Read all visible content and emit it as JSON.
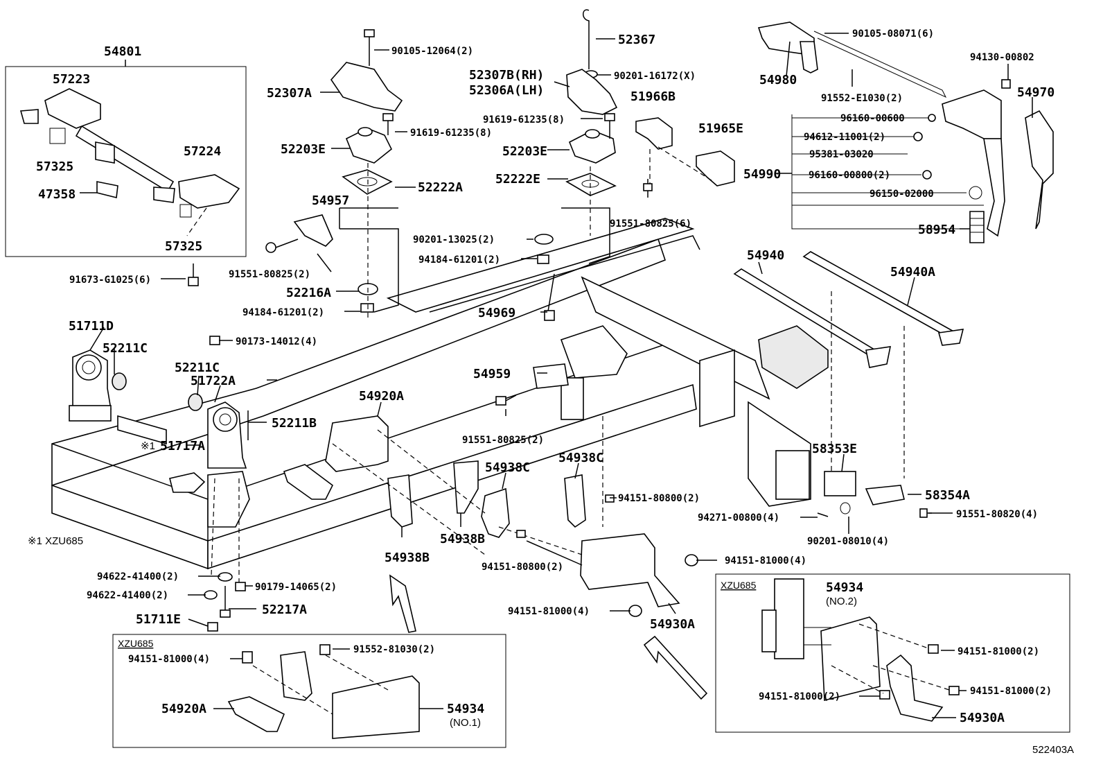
{
  "diagram": {
    "drawing_code": "522403A",
    "note_symbol": "※1",
    "note_text": "※1 XZU685",
    "insets": [
      {
        "title": "XZU685"
      },
      {
        "title": "XZU685"
      }
    ],
    "labels": {
      "p54801": "54801",
      "p57223": "57223",
      "p57325a": "57325",
      "p57224": "57224",
      "p47358": "47358",
      "p57325b": "57325",
      "p91673": "91673-G1025(6)",
      "p90105_12064": "90105-12064(2)",
      "p52307A": "52307A",
      "p52203E_a": "52203E",
      "p91619_a": "91619-61235(8)",
      "p52222A": "52222A",
      "p54957": "54957",
      "p91551_80825_a": "91551-80825(2)",
      "p52216A": "52216A",
      "p94184_a": "94184-61201(2)",
      "p90173": "90173-14012(4)",
      "p52367": "52367",
      "p52307B": "52307B(RH)",
      "p52306A": "52306A(LH)",
      "p90201_16172": "90201-16172(X)",
      "p91619_b": "91619-61235(8)",
      "p52203E_b": "52203E",
      "p52222E": "52222E",
      "p51966B": "51966B",
      "p51965E": "51965E",
      "p91551_80825_b": "91551-80825(6)",
      "p90201_13025": "90201-13025(2)",
      "p94184_b": "94184-61201(2)",
      "p54969": "54969",
      "p90105_08071": "90105-08071(6)",
      "p54980": "54980",
      "p91552_E1030": "91552-E1030(2)",
      "p94130": "94130-00802",
      "p54970": "54970",
      "p96160_00600": "96160-00600",
      "p94612": "94612-11001(2)",
      "p95381": "95381-03020",
      "p54990": "54990",
      "p96160_00800": "96160-00800(2)",
      "p96150": "96150-02000",
      "p58954": "58954",
      "p54940": "54940",
      "p54940A": "54940A",
      "p51711D": "51711D",
      "p52211C_a": "52211C",
      "p52211C_b": "52211C",
      "p51722A": "51722A",
      "p52211B": "52211B",
      "p51717A": "51717A",
      "p54920A": "54920A",
      "p54959": "54959",
      "p91551_80825_c": "91551-80825(2)",
      "p54938C_a": "54938C",
      "p54938C_b": "54938C",
      "p58353E": "58353E",
      "p94151_80800_a": "94151-80800(2)",
      "p58354A": "58354A",
      "p94271": "94271-00800(4)",
      "p91551_80820": "91551-80820(4)",
      "p90201_08010": "90201-08010(4)",
      "p54938B_a": "54938B",
      "p54938B_b": "54938B",
      "p94151_80800_b": "94151-80800(2)",
      "p94151_81000_a": "94151-81000(4)",
      "p94622_a": "94622-41400(2)",
      "p94622_b": "94622-41400(2)",
      "p90179": "90179-14065(2)",
      "p52217A": "52217A",
      "p51711E": "51711E",
      "p94151_81000_b": "94151-81000(4)",
      "p54930A_a": "54930A",
      "p91552_81030": "91552-81030(2)",
      "p94151_81000_c": "94151-81000(4)",
      "p54920A_b": "54920A",
      "p54934_a": "54934",
      "p54934_a_no": "(NO.1)",
      "p54934_b": "54934",
      "p54934_b_no": "(NO.2)",
      "p94151_81000_d": "94151-81000(2)",
      "p94151_81000_e": "94151-81000(2)",
      "p94151_81000_f": "94151-81000(2)",
      "p54930A_b": "54930A"
    }
  }
}
